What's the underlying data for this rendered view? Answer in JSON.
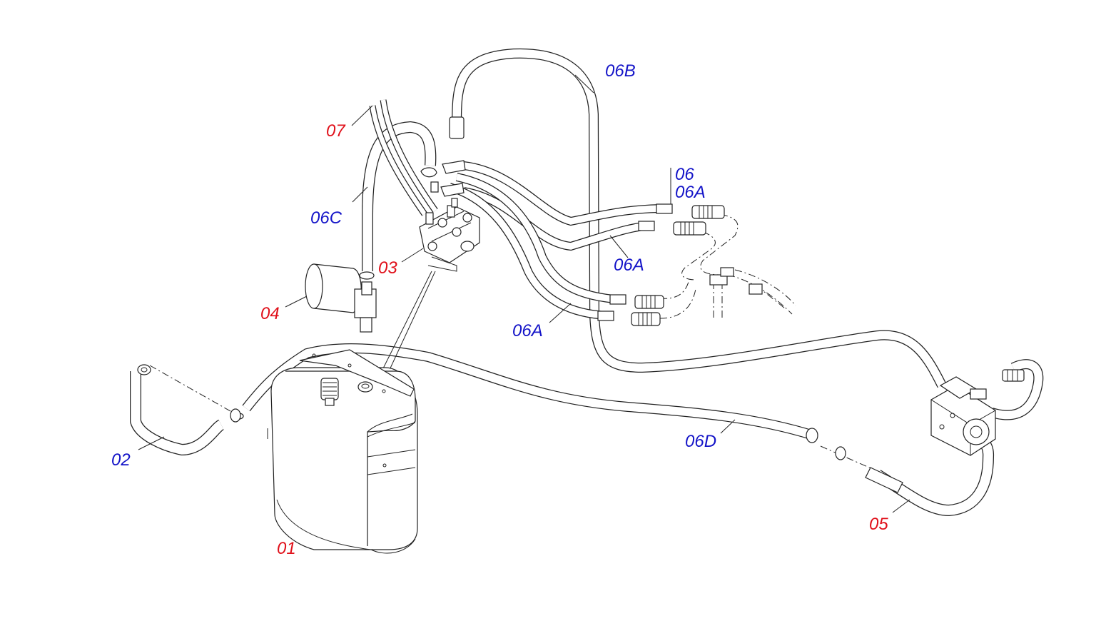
{
  "callouts": {
    "p01": "01",
    "p02": "02",
    "p03": "03",
    "p04": "04",
    "p05": "05",
    "p06": "06",
    "p06a_top": "06A",
    "p06a_mid": "06A",
    "p06a_low": "06A",
    "p06b": "06B",
    "p06c": "06C",
    "p06d": "06D",
    "p07": "07"
  },
  "colors": {
    "red_label": "#e0101a",
    "blue_label": "#1414c8",
    "line": "#222222"
  }
}
